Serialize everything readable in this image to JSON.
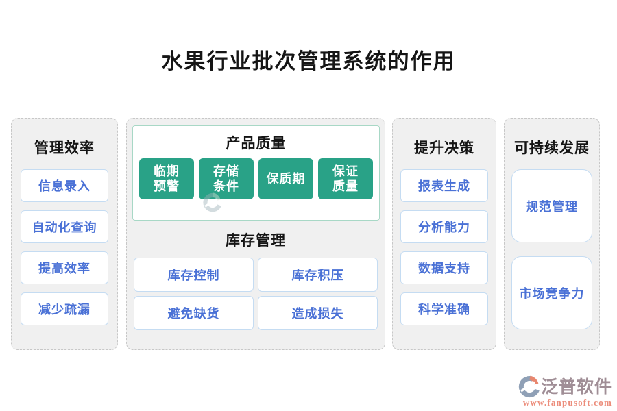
{
  "title": "水果行业批次管理系统的作用",
  "panels": {
    "efficiency": {
      "header": "管理效率",
      "items": [
        "信息录入",
        "自动化查询",
        "提高效率",
        "减少疏漏"
      ]
    },
    "quality": {
      "header": "产品质量",
      "items": [
        "临期\n预警",
        "存储\n条件",
        "保质期",
        "保证\n质量"
      ]
    },
    "inventory": {
      "header": "库存管理",
      "items": [
        "库存控制",
        "库存积压",
        "避免缺货",
        "造成损失"
      ]
    },
    "decision": {
      "header": "提升决策",
      "items": [
        "报表生成",
        "分析能力",
        "数据支持",
        "科学准确"
      ]
    },
    "sustainability": {
      "header": "可持续发展",
      "items": [
        "规范管理",
        "市场竞争力"
      ]
    }
  },
  "footer": {
    "brand": "泛普软件",
    "website": "www.fanpusoft.com"
  },
  "colors": {
    "green_button": "#29a287",
    "blue_text": "#4a71d6",
    "blue_border": "#c5dcf2",
    "panel_background": "#f0f0f0",
    "dashed_border": "#c7c7c7",
    "quality_box_border": "#a8d8c6",
    "brand_text": "#a08e96",
    "brand_url": "#ec8d7b",
    "logo_gray": "#8fa0b6",
    "logo_salmon": "#e8876f"
  }
}
